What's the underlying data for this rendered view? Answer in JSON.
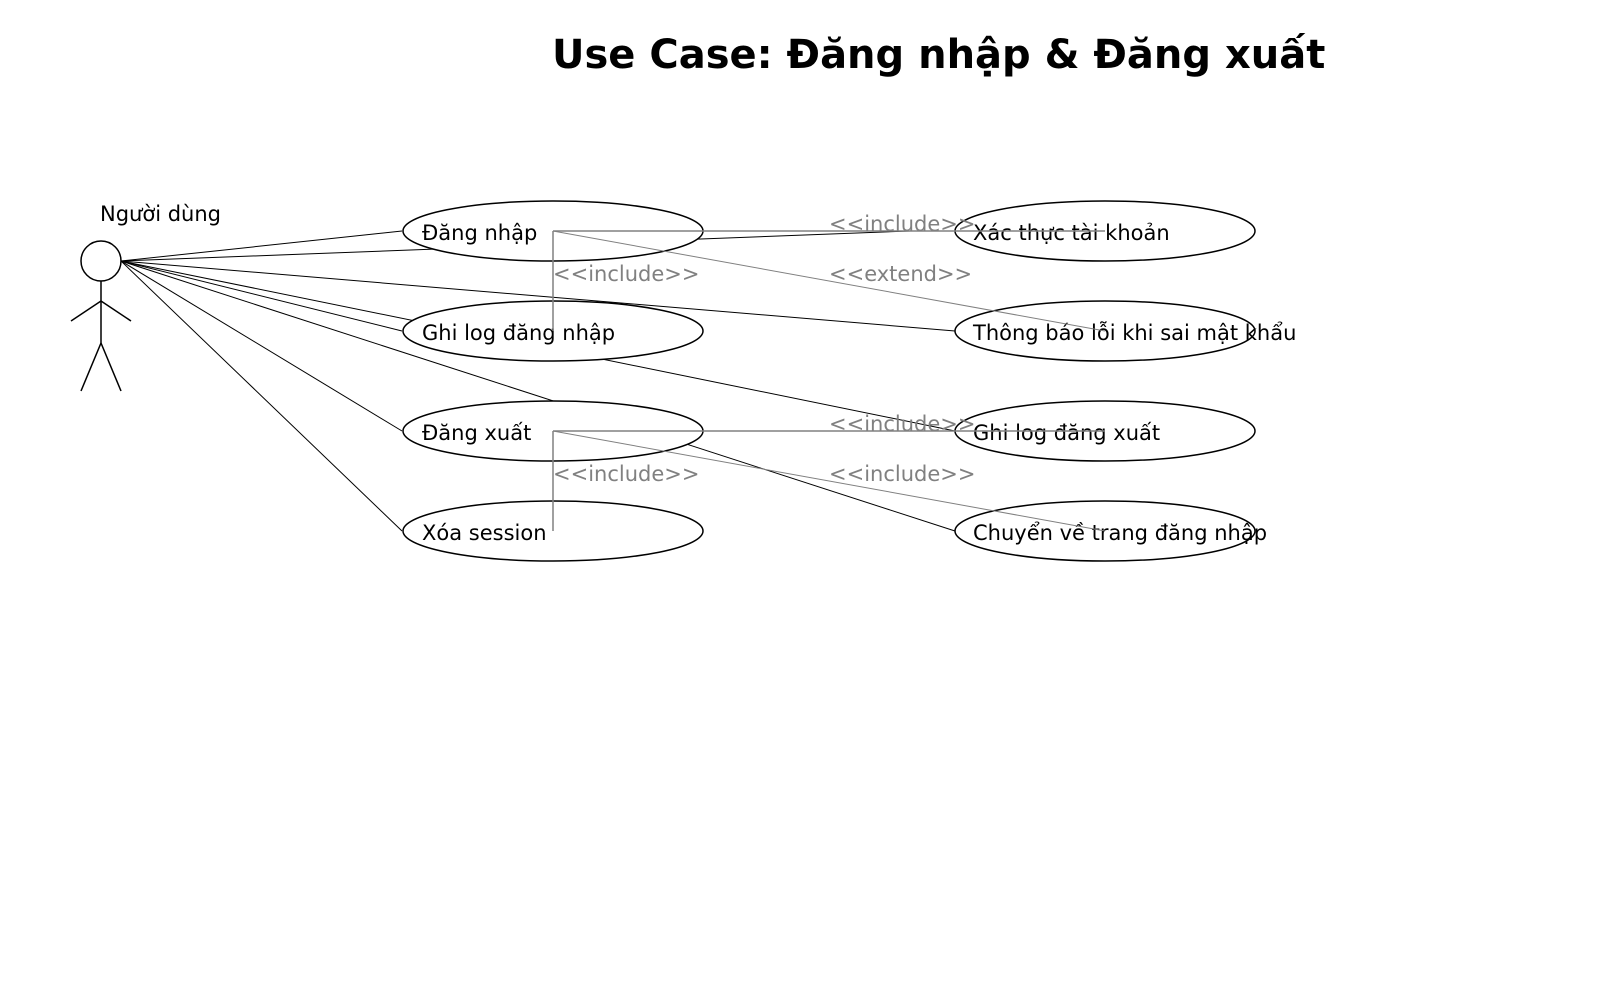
{
  "title": "Use Case: Đăng nhập & Đăng xuất",
  "actor": {
    "name": "Người dùng"
  },
  "use_cases": [
    {
      "id": "login",
      "label": "Đăng nhập"
    },
    {
      "id": "log_login",
      "label": "Ghi log đăng nhập"
    },
    {
      "id": "logout",
      "label": "Đăng xuất"
    },
    {
      "id": "clear_session",
      "label": "Xóa session"
    },
    {
      "id": "auth",
      "label": "Xác thực tài khoản"
    },
    {
      "id": "wrong_pw",
      "label": "Thông báo lỗi khi sai mật khẩu"
    },
    {
      "id": "log_logout",
      "label": "Ghi log đăng xuất"
    },
    {
      "id": "redirect",
      "label": "Chuyển về trang đăng nhập"
    }
  ],
  "relations": [
    {
      "stereotype": "<<include>>"
    },
    {
      "stereotype": "<<include>>"
    },
    {
      "stereotype": "<<extend>>"
    },
    {
      "stereotype": "<<include>>"
    },
    {
      "stereotype": "<<include>>"
    },
    {
      "stereotype": "<<include>>"
    }
  ],
  "colors": {
    "line": "#000000",
    "relation": "#808080",
    "background": "#ffffff"
  }
}
